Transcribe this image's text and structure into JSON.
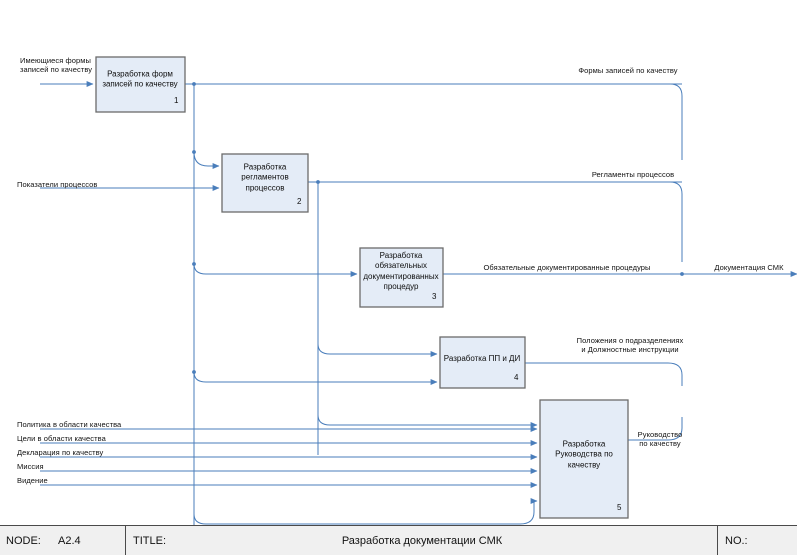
{
  "diagram": {
    "type": "idef0",
    "title": "Разработка документации СМК",
    "node": "A2.4"
  },
  "footer": {
    "node_label": "NODE:",
    "node_value": "A2.4",
    "title_label": "TITLE:",
    "title_value": "Разработка документации СМК",
    "no_label": "NO.:"
  },
  "boxes": [
    {
      "id": 1,
      "label": "Разработка форм\nзаписей по качеству",
      "number": "1"
    },
    {
      "id": 2,
      "label": "Разработка\nрегламентов\nпроцессов",
      "number": "2"
    },
    {
      "id": 3,
      "label": "Разработка\nобязательных\nдокументированных\nпроцедур",
      "number": "3"
    },
    {
      "id": 4,
      "label": "Разработка ПП и ДИ",
      "number": "4"
    },
    {
      "id": 5,
      "label": "Разработка\nРуководства по\nкачеству",
      "number": "5"
    }
  ],
  "inputs": [
    {
      "id": "in-1",
      "label": "Имеющиеся формы\nзаписей по качеству"
    },
    {
      "id": "in-2",
      "label": "Показатели процессов"
    },
    {
      "id": "in-3",
      "label": "Политика в области качества"
    },
    {
      "id": "in-4",
      "label": "Цели в области качества"
    },
    {
      "id": "in-5",
      "label": "Декларация по качеству"
    },
    {
      "id": "in-6",
      "label": "Миссия"
    },
    {
      "id": "in-7",
      "label": "Видение"
    }
  ],
  "outputs": [
    {
      "id": "out-1",
      "label": "Формы записей по качеству"
    },
    {
      "id": "out-2",
      "label": "Регламенты процессов"
    },
    {
      "id": "out-3",
      "label": "Обязательные документированные процедуры"
    },
    {
      "id": "out-4",
      "label": "Положения о подразделениях\nи Должностные инструкции"
    },
    {
      "id": "out-5",
      "label": "Руководство\nпо качеству"
    },
    {
      "id": "out-final",
      "label": "Документация СМК"
    }
  ],
  "colors": {
    "box_fill": "#e4ecf7",
    "box_border": "#6b6b6b",
    "arrow": "#4a7ebb",
    "text": "#111111",
    "footer_bg": "#f0f0f0",
    "frame": "#4a4a4a"
  }
}
